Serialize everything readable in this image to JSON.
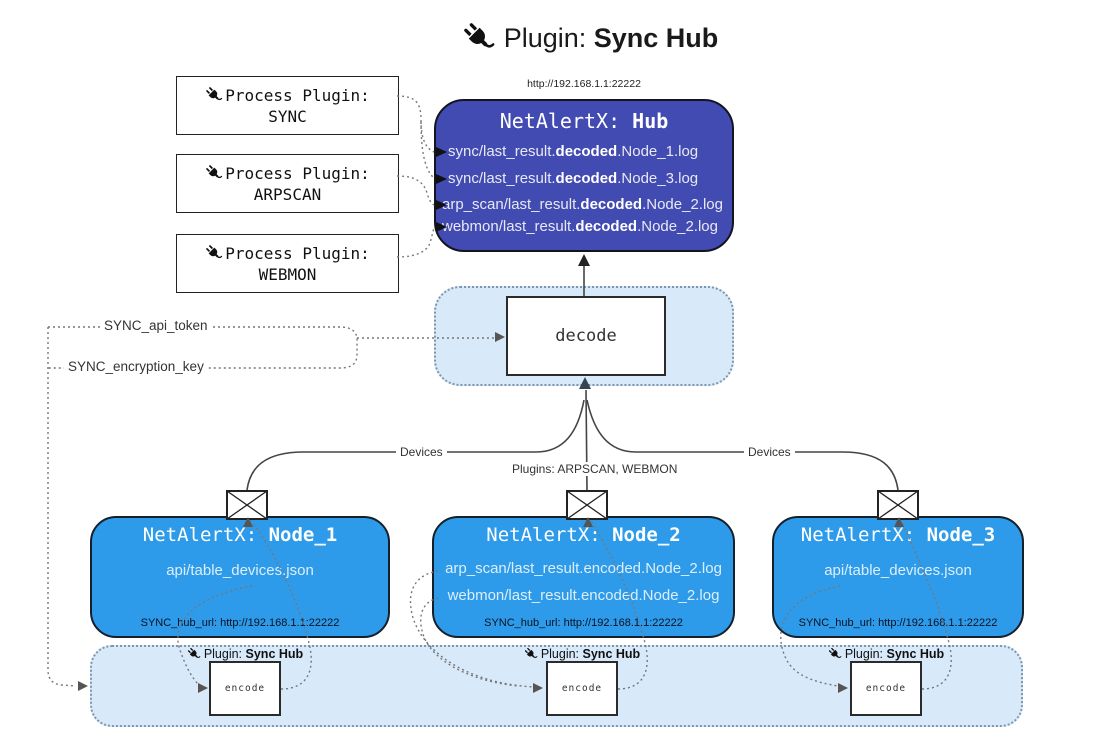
{
  "title": {
    "pre": "Plugin: ",
    "bold": "Sync Hub"
  },
  "process_plugins": [
    {
      "line1": "Process Plugin:",
      "line2": "SYNC"
    },
    {
      "line1": "Process Plugin:",
      "line2": "ARPSCAN"
    },
    {
      "line1": "Process Plugin:",
      "line2": "WEBMON"
    }
  ],
  "hub": {
    "url": "http://192.168.1.1:22222",
    "title_pre": "NetAlertX: ",
    "title_bold": "Hub",
    "rows": [
      {
        "pre": "sync/last_result.",
        "bold": "decoded",
        "post": ".Node_1.log"
      },
      {
        "pre": "sync/last_result.",
        "bold": "decoded",
        "post": ".Node_3.log"
      },
      {
        "pre": "arp_scan/last_result.",
        "bold": "decoded",
        "post": ".Node_2.log"
      },
      {
        "pre": "webmon/last_result.",
        "bold": "decoded",
        "post": ".Node_2.log"
      }
    ]
  },
  "decode_panel": {
    "label": "decode"
  },
  "secrets": {
    "api_token": "SYNC_api_token",
    "encryption_key": "SYNC_encryption_key"
  },
  "edge_labels": {
    "devices_left": "Devices",
    "plugins_mid": "Plugins: ARPSCAN, WEBMON",
    "devices_right": "Devices"
  },
  "nodes": [
    {
      "title_pre": "NetAlertX: ",
      "title_bold": "Node_1",
      "lines": [
        "api/table_devices.json"
      ],
      "hub_url": "SYNC_hub_url: http://192.168.1.1:22222"
    },
    {
      "title_pre": "NetAlertX: ",
      "title_bold": "Node_2",
      "lines": [
        "arp_scan/last_result.encoded.Node_2.log",
        "webmon/last_result.encoded.Node_2.log"
      ],
      "hub_url": "SYNC_hub_url: http://192.168.1.1:22222"
    },
    {
      "title_pre": "NetAlertX: ",
      "title_bold": "Node_3",
      "lines": [
        "api/table_devices.json"
      ],
      "hub_url": "SYNC_hub_url: http://192.168.1.1:22222"
    }
  ],
  "encode_panel": {
    "encoders": [
      {
        "label_pre": "Plugin: ",
        "label_bold": "Sync Hub",
        "box": "encode"
      },
      {
        "label_pre": "Plugin: ",
        "label_bold": "Sync Hub",
        "box": "encode"
      },
      {
        "label_pre": "Plugin: ",
        "label_bold": "Sync Hub",
        "box": "encode"
      }
    ]
  },
  "colors": {
    "hub_fill": "#414BB2",
    "node_fill": "#2D9BEA",
    "panel_fill": "#D8E9FA",
    "panel_border": "#7d96ad",
    "wire": "#444444",
    "dotted_wire": "#777777"
  }
}
